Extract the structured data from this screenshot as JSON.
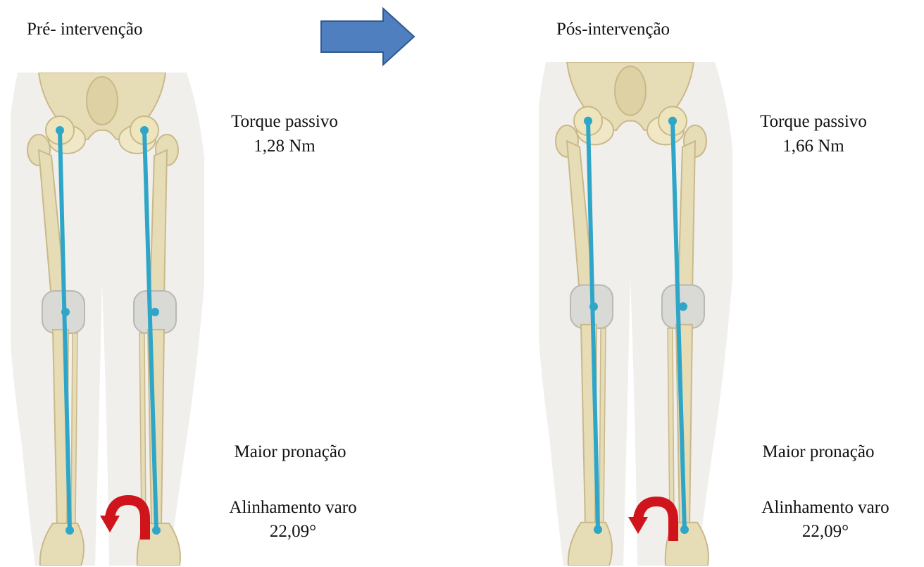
{
  "left": {
    "title": "Pré- intervenção",
    "torque_label": "Torque passivo",
    "torque_value": "1,28 Nm",
    "pronation_label": "Maior pronação",
    "alignment_label": "Alinhamento varo",
    "alignment_value": "22,09°"
  },
  "right": {
    "title": "Pós-intervenção",
    "torque_label": "Torque passivo",
    "torque_value": "1,66 Nm",
    "pronation_label": "Maior pronação",
    "alignment_label": "Alinhamento varo",
    "alignment_value": "22,09°"
  },
  "colors": {
    "arrow_blue": "#4f7fbf",
    "rotation_red": "#d0141b",
    "axis_cyan": "#2fa6c8",
    "bone": "#e6dcb6",
    "skin": "#f1efec"
  },
  "icons": {
    "transition": "arrow-right-icon",
    "rotation": "curved-rotation-arrow-icon"
  }
}
